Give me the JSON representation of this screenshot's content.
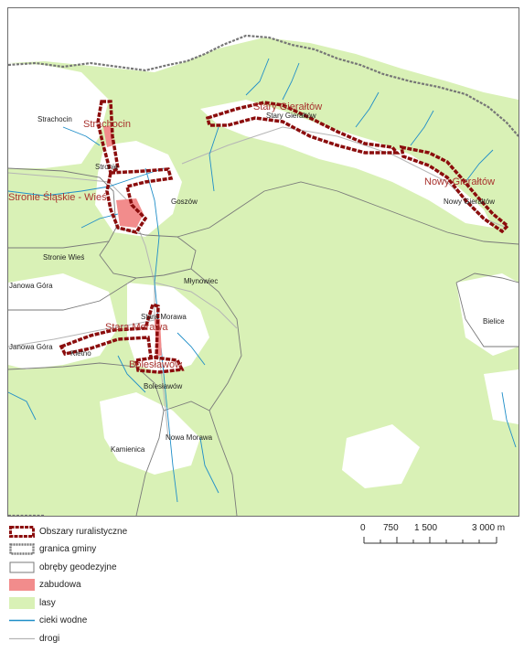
{
  "map": {
    "colors": {
      "forest": "#d9f1b6",
      "river": "#1f8ec8",
      "rural_outline": "#8b0d0d",
      "built_up": "#f28c8c",
      "border": "#767676",
      "precinct": "#7a7a7a",
      "road": "#b5b5b5"
    },
    "places": [
      "Strachocin",
      "Stronie",
      "Goszów",
      "Stronie Wieś",
      "Młynowiec",
      "Janowa Góra",
      "Janowa Góra",
      "Stara Morawa",
      "Kletno",
      "Bolesławów",
      "Kamienica",
      "Nowa Morawa",
      "Stary Gierałtów",
      "Nowy Gierałtów",
      "Bielice"
    ],
    "rural_area_names": [
      "Strachocin",
      "Stronie Śląskie - Wieś",
      "Stary Gierałtów",
      "Nowy Gierałtów",
      "Stara Morawa",
      "Bolesławów"
    ]
  },
  "legend": {
    "items": [
      {
        "label": "Obszary ruralistyczne",
        "symbol": "rural-area"
      },
      {
        "label": "granica gminy",
        "symbol": "municipal-border"
      },
      {
        "label": "obręby geodezyjne",
        "symbol": "precinct"
      },
      {
        "label": "zabudowa",
        "symbol": "built-up"
      },
      {
        "label": "lasy",
        "symbol": "forest"
      },
      {
        "label": "cieki wodne",
        "symbol": "watercourse"
      },
      {
        "label": "drogi",
        "symbol": "road"
      }
    ]
  },
  "scale": {
    "labels": [
      "0",
      "750",
      "1 500",
      "3 000 m"
    ]
  }
}
